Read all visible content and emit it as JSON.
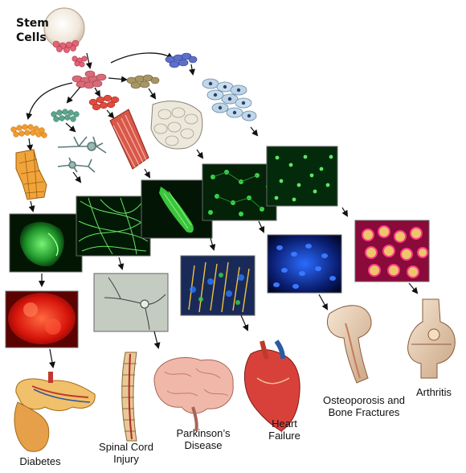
{
  "header": {
    "stem_cells": "Stem\nCells"
  },
  "diseases": {
    "diabetes": "Diabetes",
    "spinal_cord_injury": "Spinal Cord\nInjury",
    "parkinsons": "Parkinson’s\nDisease",
    "heart_failure": "Heart\nFailure",
    "osteoporosis": "Osteoporosis and\nBone Fractures",
    "arthritis": "Arthritis"
  },
  "colors": {
    "stem_cell": "#f3eadf",
    "pink_cluster": "#e05a6a",
    "orange_cells": "#f39a2a",
    "teal_cells": "#5aa58a",
    "red_cells": "#e0473a",
    "khaki_cells": "#a99865",
    "blue_cells": "#5a6fc8",
    "fluor_green": "#35d35a",
    "fluor_red": "#ff2a1a",
    "fluor_blue": "#2a55ff"
  }
}
